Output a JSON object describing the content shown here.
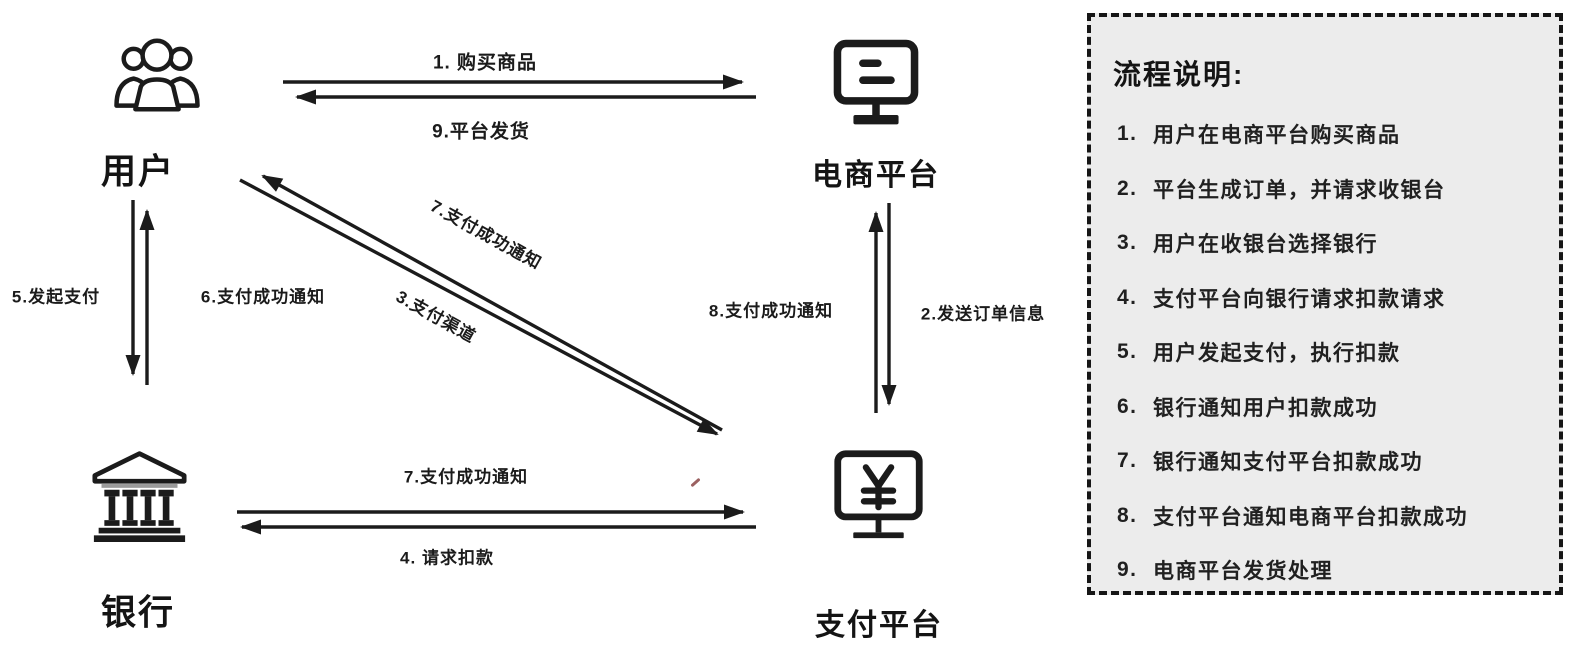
{
  "diagram": {
    "nodes": {
      "user": {
        "label": "用户"
      },
      "ecommerce": {
        "label": "电商平台"
      },
      "bank": {
        "label": "银行"
      },
      "payment": {
        "label": "支付平台"
      }
    },
    "edge_labels": {
      "buy_goods": "1. 购买商品",
      "platform_ship": "9.平台发货",
      "initiate_payment": "5.发起支付",
      "pay_success_user": "6.支付成功通知",
      "pay_success_diag": "7.支付成功通知",
      "pay_channel": "3.支付渠道",
      "pay_success_ecom": "8.支付成功通知",
      "send_order_info": "2.发送订单信息",
      "pay_success_bank": "7.支付成功通知",
      "request_debit": "4. 请求扣款"
    }
  },
  "legend": {
    "title": "流程说明:",
    "items": [
      {
        "num": "1.",
        "text": "用户在电商平台购买商品"
      },
      {
        "num": "2.",
        "text": "平台生成订单，并请求收银台"
      },
      {
        "num": "3.",
        "text": "用户在收银台选择银行"
      },
      {
        "num": "4.",
        "text": "支付平台向银行请求扣款请求"
      },
      {
        "num": "5.",
        "text": "用户发起支付，执行扣款"
      },
      {
        "num": "6.",
        "text": "银行通知用户扣款成功"
      },
      {
        "num": "7.",
        "text": "银行通知支付平台扣款成功"
      },
      {
        "num": "8.",
        "text": "支付平台通知电商平台扣款成功"
      },
      {
        "num": "9.",
        "text": "电商平台发货处理"
      }
    ]
  },
  "colors": {
    "ink": "#1b1b1b",
    "panel_bg": "#ececec",
    "stray_mark": "#8a4545"
  }
}
